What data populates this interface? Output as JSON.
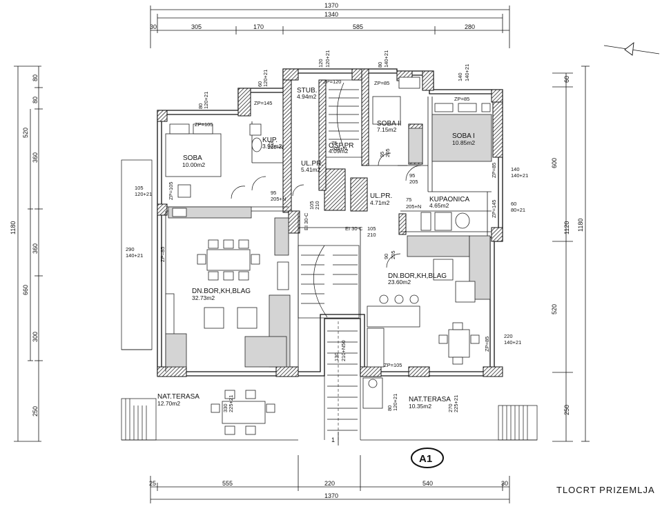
{
  "title": "TLOCRT PRIZEMLJA",
  "label": "A1",
  "section_marker": "1",
  "dims_top_total": "1370",
  "dims_top_sub": "1340",
  "dims_top": [
    "30",
    "305",
    "170",
    "585",
    "280"
  ],
  "dims_bottom": [
    "25",
    "555",
    "220",
    "540",
    "30"
  ],
  "dims_bottom_total": "1370",
  "dims_left_total": "1180",
  "dims_left": [
    "80",
    "80",
    "520",
    "360",
    "360",
    "660",
    "300",
    "250"
  ],
  "dims_right": [
    "60",
    "600",
    "1120",
    "1180",
    "520",
    "250"
  ],
  "rooms": {
    "soba": {
      "name": "SOBA",
      "area": "10.00m2"
    },
    "kup1": {
      "name": "KUP.",
      "area": "3.92m2"
    },
    "stub": {
      "name": "STUB.",
      "area": "4.94m2"
    },
    "ostava": {
      "name": "OSP.PR",
      "area": "4.09m2"
    },
    "ulpr1": {
      "name": "UL.PR.",
      "area": "5.41m2"
    },
    "soba2": {
      "name": "SOBA  II",
      "area": "7.15m2"
    },
    "soba1": {
      "name": "SOBA  I",
      "area": "10.85m2"
    },
    "ulpr2": {
      "name": "UL.PR.",
      "area": "4.71m2"
    },
    "kupaonica": {
      "name": "KUPAONICA",
      "area": "4.65m2"
    },
    "dnbor1": {
      "name": "DN.BOR,KH,BLAG",
      "area": "32.73m2"
    },
    "dnbor2": {
      "name": "DN.BOR,KH,BLAG",
      "area": "23.60m2"
    },
    "terasa1": {
      "name": "NAT.TERASA",
      "area": "12.70m2"
    },
    "terasa2": {
      "name": "NAT.TERASA",
      "area": "10.35m2"
    }
  },
  "annotations": {
    "zp85_a": "ZP=85",
    "zp85_b": "ZP=85",
    "zp85_c": "ZP=85",
    "zp85_d": "ZP=85",
    "zp85_e": "ZP=85",
    "zp105_a": "ZP=105",
    "zp105_b": "ZP=105",
    "zp105_c": "ZP=105",
    "zp145_a": "ZP=145",
    "zp145_b": "ZP=145",
    "zp120": "ZP=120",
    "w80": "80",
    "w80h": "120+21",
    "w60": "60",
    "w60h": "120+21",
    "w120": "120",
    "w120h": "120+21",
    "w80b": "80",
    "w80bh": "140+21",
    "w140": "140",
    "w140h": "140+21",
    "w140r": "140",
    "w140rh": "140+21",
    "w60r": "60",
    "w60rh": "80+21",
    "w105": "105",
    "w105h": "120+21",
    "w290": "290",
    "w290h": "140+21",
    "w220": "220",
    "w220h": "140+21",
    "w330": "330",
    "w330h": "225+21",
    "w270": "270",
    "w270h": "225+21",
    "w80c": "80",
    "w80ch": "120+21",
    "d95a": "95",
    "d95ah": "205+N",
    "d95b": "95",
    "d95bh": "205",
    "d95c": "95",
    "d95ch": "205",
    "d75a": "75",
    "d75ah": "205+N",
    "d75b": "75",
    "d75bh": "205+N",
    "d90": "90",
    "d90h": "205",
    "ei30a": "EI 30-C",
    "ei30a_w": "105",
    "ei30a_h": "210",
    "ei30b": "EI 30-C",
    "ei30b_w": "105",
    "ei30b_h": "210",
    "d130": "130",
    "d130h": "210+N50"
  }
}
